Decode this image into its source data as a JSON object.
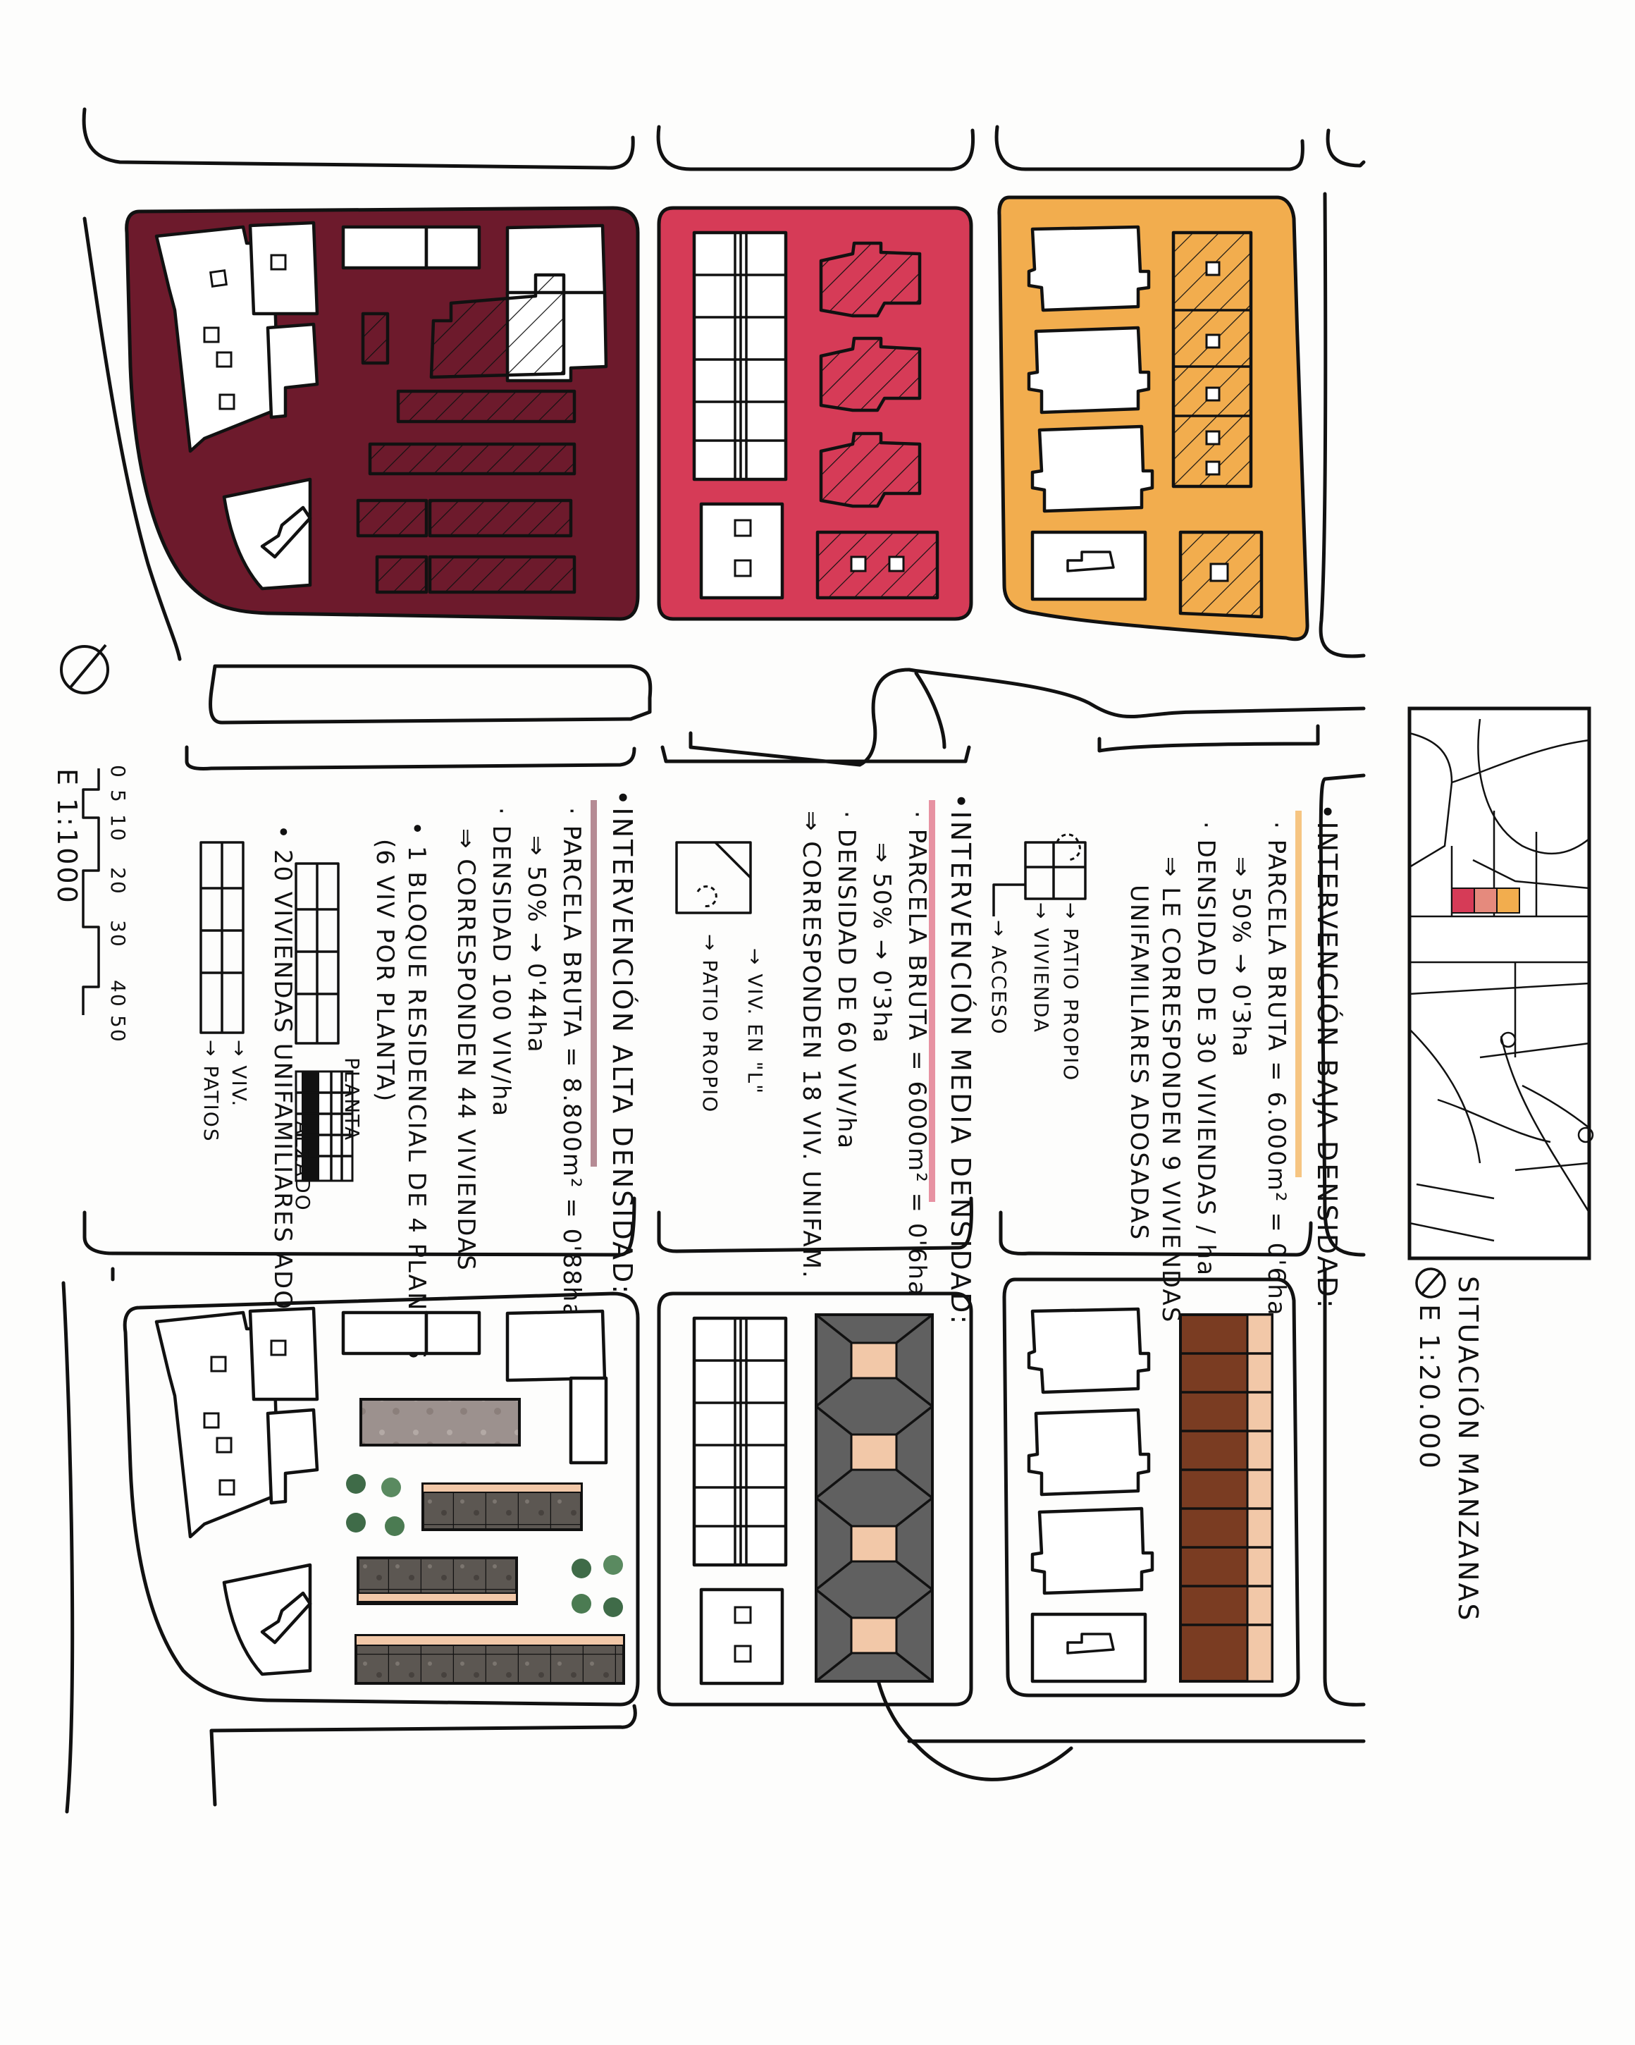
{
  "colors": {
    "low_density": "#f2ad4e",
    "medium_density": "#d63b57",
    "high_density": "#6d1a2c",
    "tile_dark": "#55504d",
    "roof_gray": "#606060",
    "roof_brown": "#7a3c22",
    "patio": "#f2c8a8",
    "highlight_bar": "#e8c7a0"
  },
  "legend": {
    "orientation_symbol": "north-arrow-icon",
    "scale_ticks": [
      "0",
      "5",
      "10",
      "20",
      "30",
      "40",
      "50"
    ],
    "scale_label": "E 1:1000"
  },
  "notes": {
    "low": {
      "title": "•INTERVENCIÓN BAJA DENSIDAD:",
      "lines": [
        "· PARCELA BRUTA = 6.000m² = 0'6ha",
        "⇒ 50% → 0'3ha",
        "· DENSIDAD DE 30 VIVIENDAS / ha",
        "⇒ LE CORRESPONDEN 9 VIVIENDAS",
        "UNIFAMILIARES ADOSADAS"
      ],
      "sketch_labels": [
        "→ PATIO PROPIO",
        "→ VIVIENDA",
        "→ ACCESO"
      ]
    },
    "medium": {
      "title": "•INTERVENCIÓN MEDIA DENSIDAD:",
      "lines": [
        "· PARCELA BRUTA = 6000m² = 0'6ha",
        "⇒ 50% → 0'3ha",
        "· DENSIDAD DE 60 VIV/ha",
        "⇒ CORRESPONDEN 18 VIV. UNIFAM."
      ],
      "sketch_labels": [
        "→ VIV. EN \"L\"",
        "→ PATIO PROPIO"
      ]
    },
    "high": {
      "title": "•INTERVENCIÓN ALTA DENSIDAD:",
      "lines": [
        "· PARCELA BRUTA = 8.800m² = 0'88ha",
        "⇒ 50% → 0'44ha",
        "· DENSIDAD 100 VIV/ha",
        "⇒ CORRESPONDEN 44 VIVIENDAS",
        "• 1 BLOQUE RESIDENCIAL DE 4 PLANTAS",
        "(6 VIV POR PLANTA)",
        "• 20 VIVIENDAS UNIFAMILIARES ADOSADAS"
      ],
      "sketch_labels": [
        "PLANTA",
        "ALZADO",
        "→ VIV.",
        "→ PATIOS"
      ]
    }
  },
  "location": {
    "title": "SITUACIÓN MANZANAS",
    "scale_label": "E 1:20.000"
  }
}
